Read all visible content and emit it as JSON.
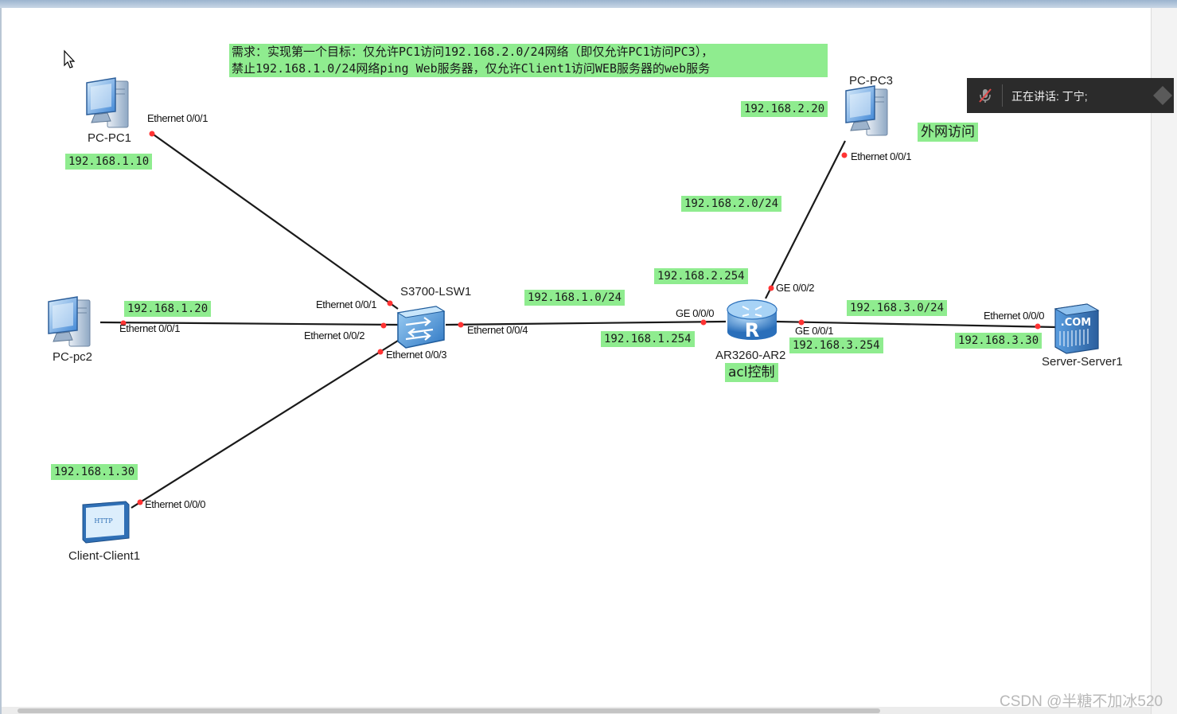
{
  "requirement": {
    "line1": "需求：实现第一个目标：仅允许PC1访问192.168.2.0/24网络（即仅允许PC1访问PC3），",
    "line2": "禁止192.168.1.0/24网络ping Web服务器，仅允许Client1访问WEB服务器的web服务"
  },
  "devices": {
    "pc1": "PC-PC1",
    "pc2": "PC-pc2",
    "pc3": "PC-PC3",
    "client1": "Client-Client1",
    "switch": "S3700-LSW1",
    "router": "AR3260-AR2",
    "server": "Server-Server1"
  },
  "ports": {
    "pc1_eth": "Ethernet 0/0/1",
    "pc2_eth": "Ethernet 0/0/1",
    "pc3_eth": "Ethernet 0/0/1",
    "client_eth": "Ethernet 0/0/0",
    "sw_eth1": "Ethernet 0/0/1",
    "sw_eth2": "Ethernet 0/0/2",
    "sw_eth3": "Ethernet 0/0/3",
    "sw_eth4": "Ethernet 0/0/4",
    "ar_ge0": "GE 0/0/0",
    "ar_ge1": "GE 0/0/1",
    "ar_ge2": "GE 0/0/2",
    "server_eth": "Ethernet 0/0/0"
  },
  "addresses": {
    "pc1_ip": "192.168.1.10",
    "pc2_ip": "192.168.1.20",
    "client_ip": "192.168.1.30",
    "pc3_ip": "192.168.2.20",
    "net2": "192.168.2.0/24",
    "gw2": "192.168.2.254",
    "net1": "192.168.1.0/24",
    "gw1": "192.168.1.254",
    "net3": "192.168.3.0/24",
    "gw3": "192.168.3.254",
    "server_ip": "192.168.3.30"
  },
  "notes": {
    "external": "外网访问",
    "acl": "acl控制"
  },
  "server_badge": ".COM",
  "client_badge": "HTTP",
  "speaker": {
    "text": "正在讲话: 丁宁;",
    "icon": "microphone-muted-icon"
  },
  "watermark": "CSDN @半糖不加冰520",
  "colors": {
    "highlight": "#8fec8f",
    "link": "#1a1a1a",
    "port_dot": "#ff3333",
    "device_blue": "#4a86c8"
  }
}
